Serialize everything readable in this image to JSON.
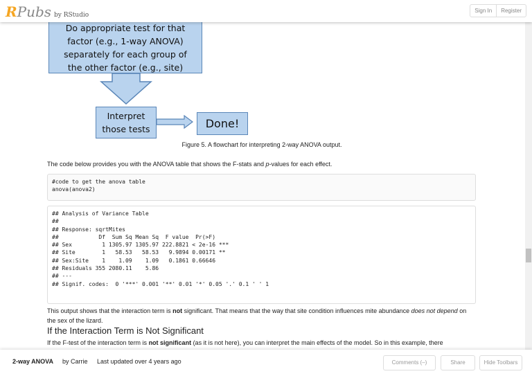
{
  "header": {
    "logo": "RPubs",
    "byline": "by RStudio",
    "sign_in": "Sign In",
    "register": "Register"
  },
  "flowchart": {
    "box1": "Do appropriate test for that factor (e.g., 1-way ANOVA) separately for each group of the other factor (e.g., site)",
    "box2": "Interpret those tests",
    "box3": "Done!"
  },
  "caption": "Figure 5. A flowchart for interpreting 2-way ANOVA output.",
  "para1": {
    "pre": "The code below provides you with the ANOVA table that shows the F-stats and ",
    "em": "p",
    "post": "-values for each effect."
  },
  "code": "#code to get the anova table\nanova(anova2)",
  "output": "## Analysis of Variance Table\n##\n## Response: sqrtMites\n##            Df  Sum Sq Mean Sq  F value  Pr(>F)\n## Sex         1 1305.97 1305.97 222.8821 < 2e-16 ***\n## Site        1   58.53   58.53   9.9894 0.00171 **\n## Sex:Site    1    1.09    1.09   0.1861 0.66646\n## Residuals 355 2080.11    5.86\n## ---\n## Signif. codes:  0 '***' 0.001 '**' 0.01 '*' 0.05 '.' 0.1 ' ' 1",
  "para2": {
    "a": "This output shows that the interaction term is ",
    "b": "not",
    "c": " significant. That means that the way that site condition influences mite abundance ",
    "d": "does not depend",
    "e": " on the sex of the lizard."
  },
  "heading": "If the Interaction Term is Not Significant",
  "para3": {
    "a": "If the F-test of the interaction term is ",
    "b": "not significant",
    "c": " (as it is not here), you can interpret the main effects of the model. So in this example, there"
  },
  "footer": {
    "title": "2-way ANOVA",
    "author": "by Carrie",
    "updated": "Last updated over 4 years ago",
    "comments": "Comments (–)",
    "share": "Share",
    "hide": "Hide Toolbars"
  }
}
